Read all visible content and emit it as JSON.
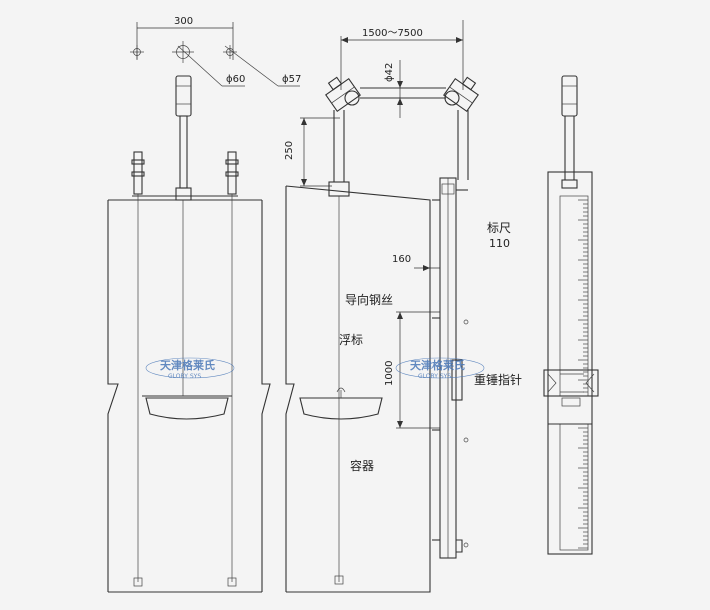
{
  "dimensions": {
    "spacing": "300",
    "diameter_large": "ϕ60",
    "diameter_small": "ϕ57",
    "span": "1500～7500",
    "pipe_diameter": "ϕ42",
    "height_250": "250",
    "offset_160": "160",
    "range_1000": "1000"
  },
  "labels": {
    "scale": "标尺",
    "scale_code": "110",
    "guide_wire": "导向钢丝",
    "float": "浮标",
    "weight_pointer": "重锤指针",
    "container": "容器"
  },
  "watermark": {
    "company_cn": "天津格莱氏",
    "company_en": "GLORY SYS"
  },
  "colors": {
    "line": "#333333",
    "background": "#f4f4f4",
    "watermark": "#4a78b8"
  }
}
